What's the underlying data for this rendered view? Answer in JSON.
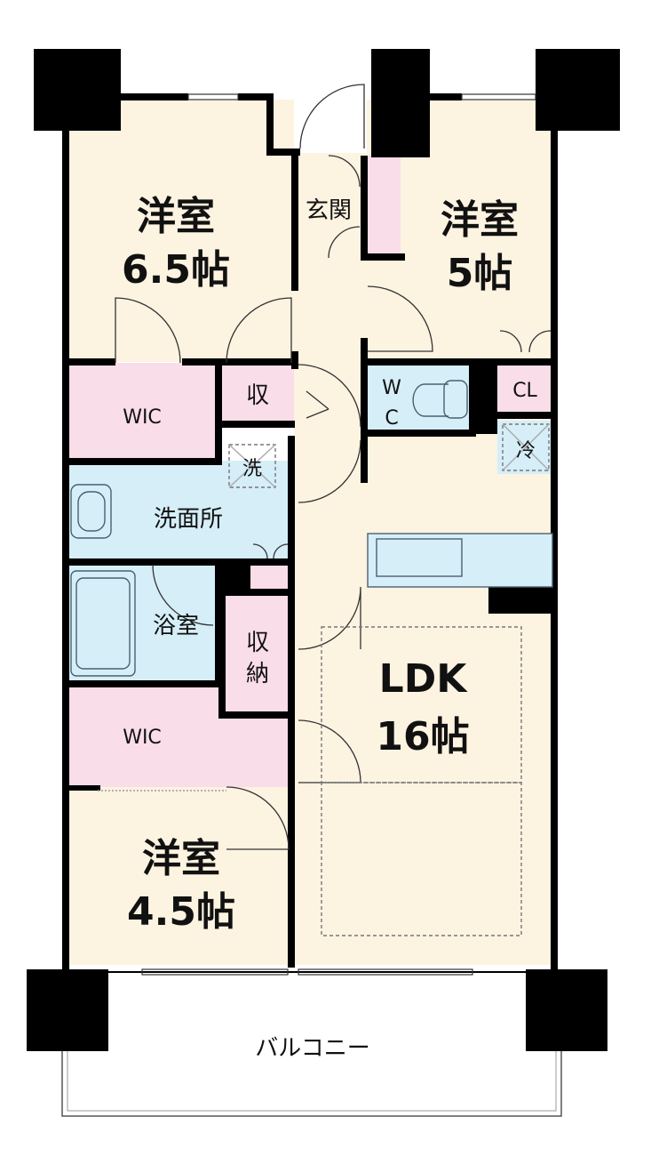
{
  "rooms": {
    "western_nw": {
      "name": "洋室",
      "size": "6.5帖"
    },
    "western_ne": {
      "name": "洋室",
      "size": "5帖"
    },
    "western_sw": {
      "name": "洋室",
      "size": "4.5帖"
    },
    "ldk": {
      "name": "LDK",
      "size": "16帖"
    },
    "entrance": "玄関",
    "wic_upper": "WIC",
    "wic_lower": "WIC",
    "storage_small": "収",
    "storage_tall": [
      "収",
      "納"
    ],
    "washing_machine": "洗",
    "washroom": "洗面所",
    "bathroom": "浴室",
    "toilet": [
      "W",
      "C"
    ],
    "closet": "CL",
    "fridge": "冷",
    "balcony": "バルコニー"
  },
  "colors": {
    "room_floor": "#fdf3e1",
    "wet_area": "#d5eef8",
    "storage": "#f9dde8",
    "wall": "#000000",
    "fixture_line": "#4a6070"
  }
}
